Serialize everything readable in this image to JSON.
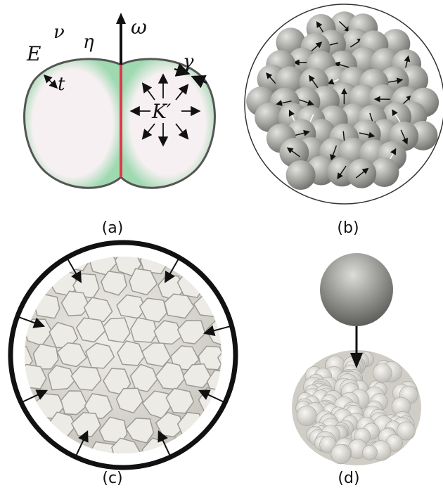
{
  "panels": {
    "a": {
      "caption": "(a)",
      "symbols": {
        "E": "E",
        "nu": "ν",
        "eta": "η",
        "omega": "ω",
        "gamma": "γ",
        "t": "t",
        "K": "K′"
      }
    },
    "b": {
      "caption": "(b)"
    },
    "c": {
      "caption": "(c)"
    },
    "d": {
      "caption": "(d)"
    }
  },
  "colors": {
    "membrane": "#555555",
    "interface": "#e0394a",
    "cell_fill": "#f6eef0",
    "cortex_green": "#8fd4a4",
    "sphere_gray": "#9a9a96",
    "embryo_cell": "#e4e2dc"
  }
}
